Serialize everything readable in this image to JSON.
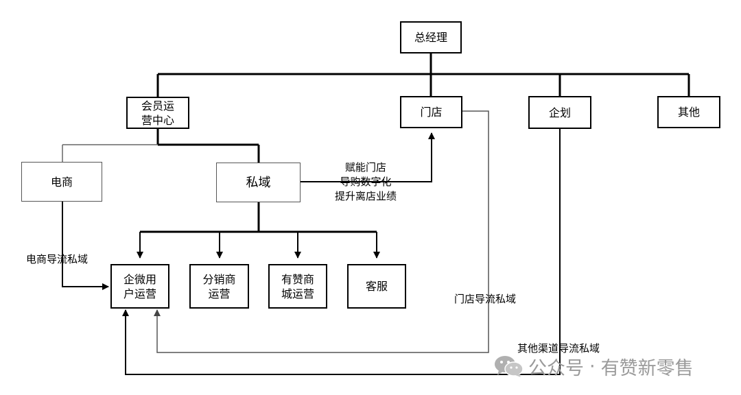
{
  "nodes": {
    "gm": "总经理",
    "member_center": "会员运\n营中心",
    "store": "门店",
    "planning": "企划",
    "others": "其他",
    "ecommerce": "电商",
    "private_domain": "私域",
    "wecom_ops": "企微用\n户运营",
    "distributor_ops": "分销商\n运营",
    "youzan_mall_ops": "有赞商\n城运营",
    "customer_service": "客服"
  },
  "edge_labels": {
    "empower": "赋能门店\n导购数字化\n提升离店业绩",
    "ecom_to_private": "电商导流私域",
    "store_to_private": "门店导流私域",
    "other_to_private": "其他渠道导流私域"
  },
  "watermark": {
    "icon": "wechat-icon",
    "prefix": "公众号",
    "separator": "·",
    "brand": "有赞新零售"
  }
}
